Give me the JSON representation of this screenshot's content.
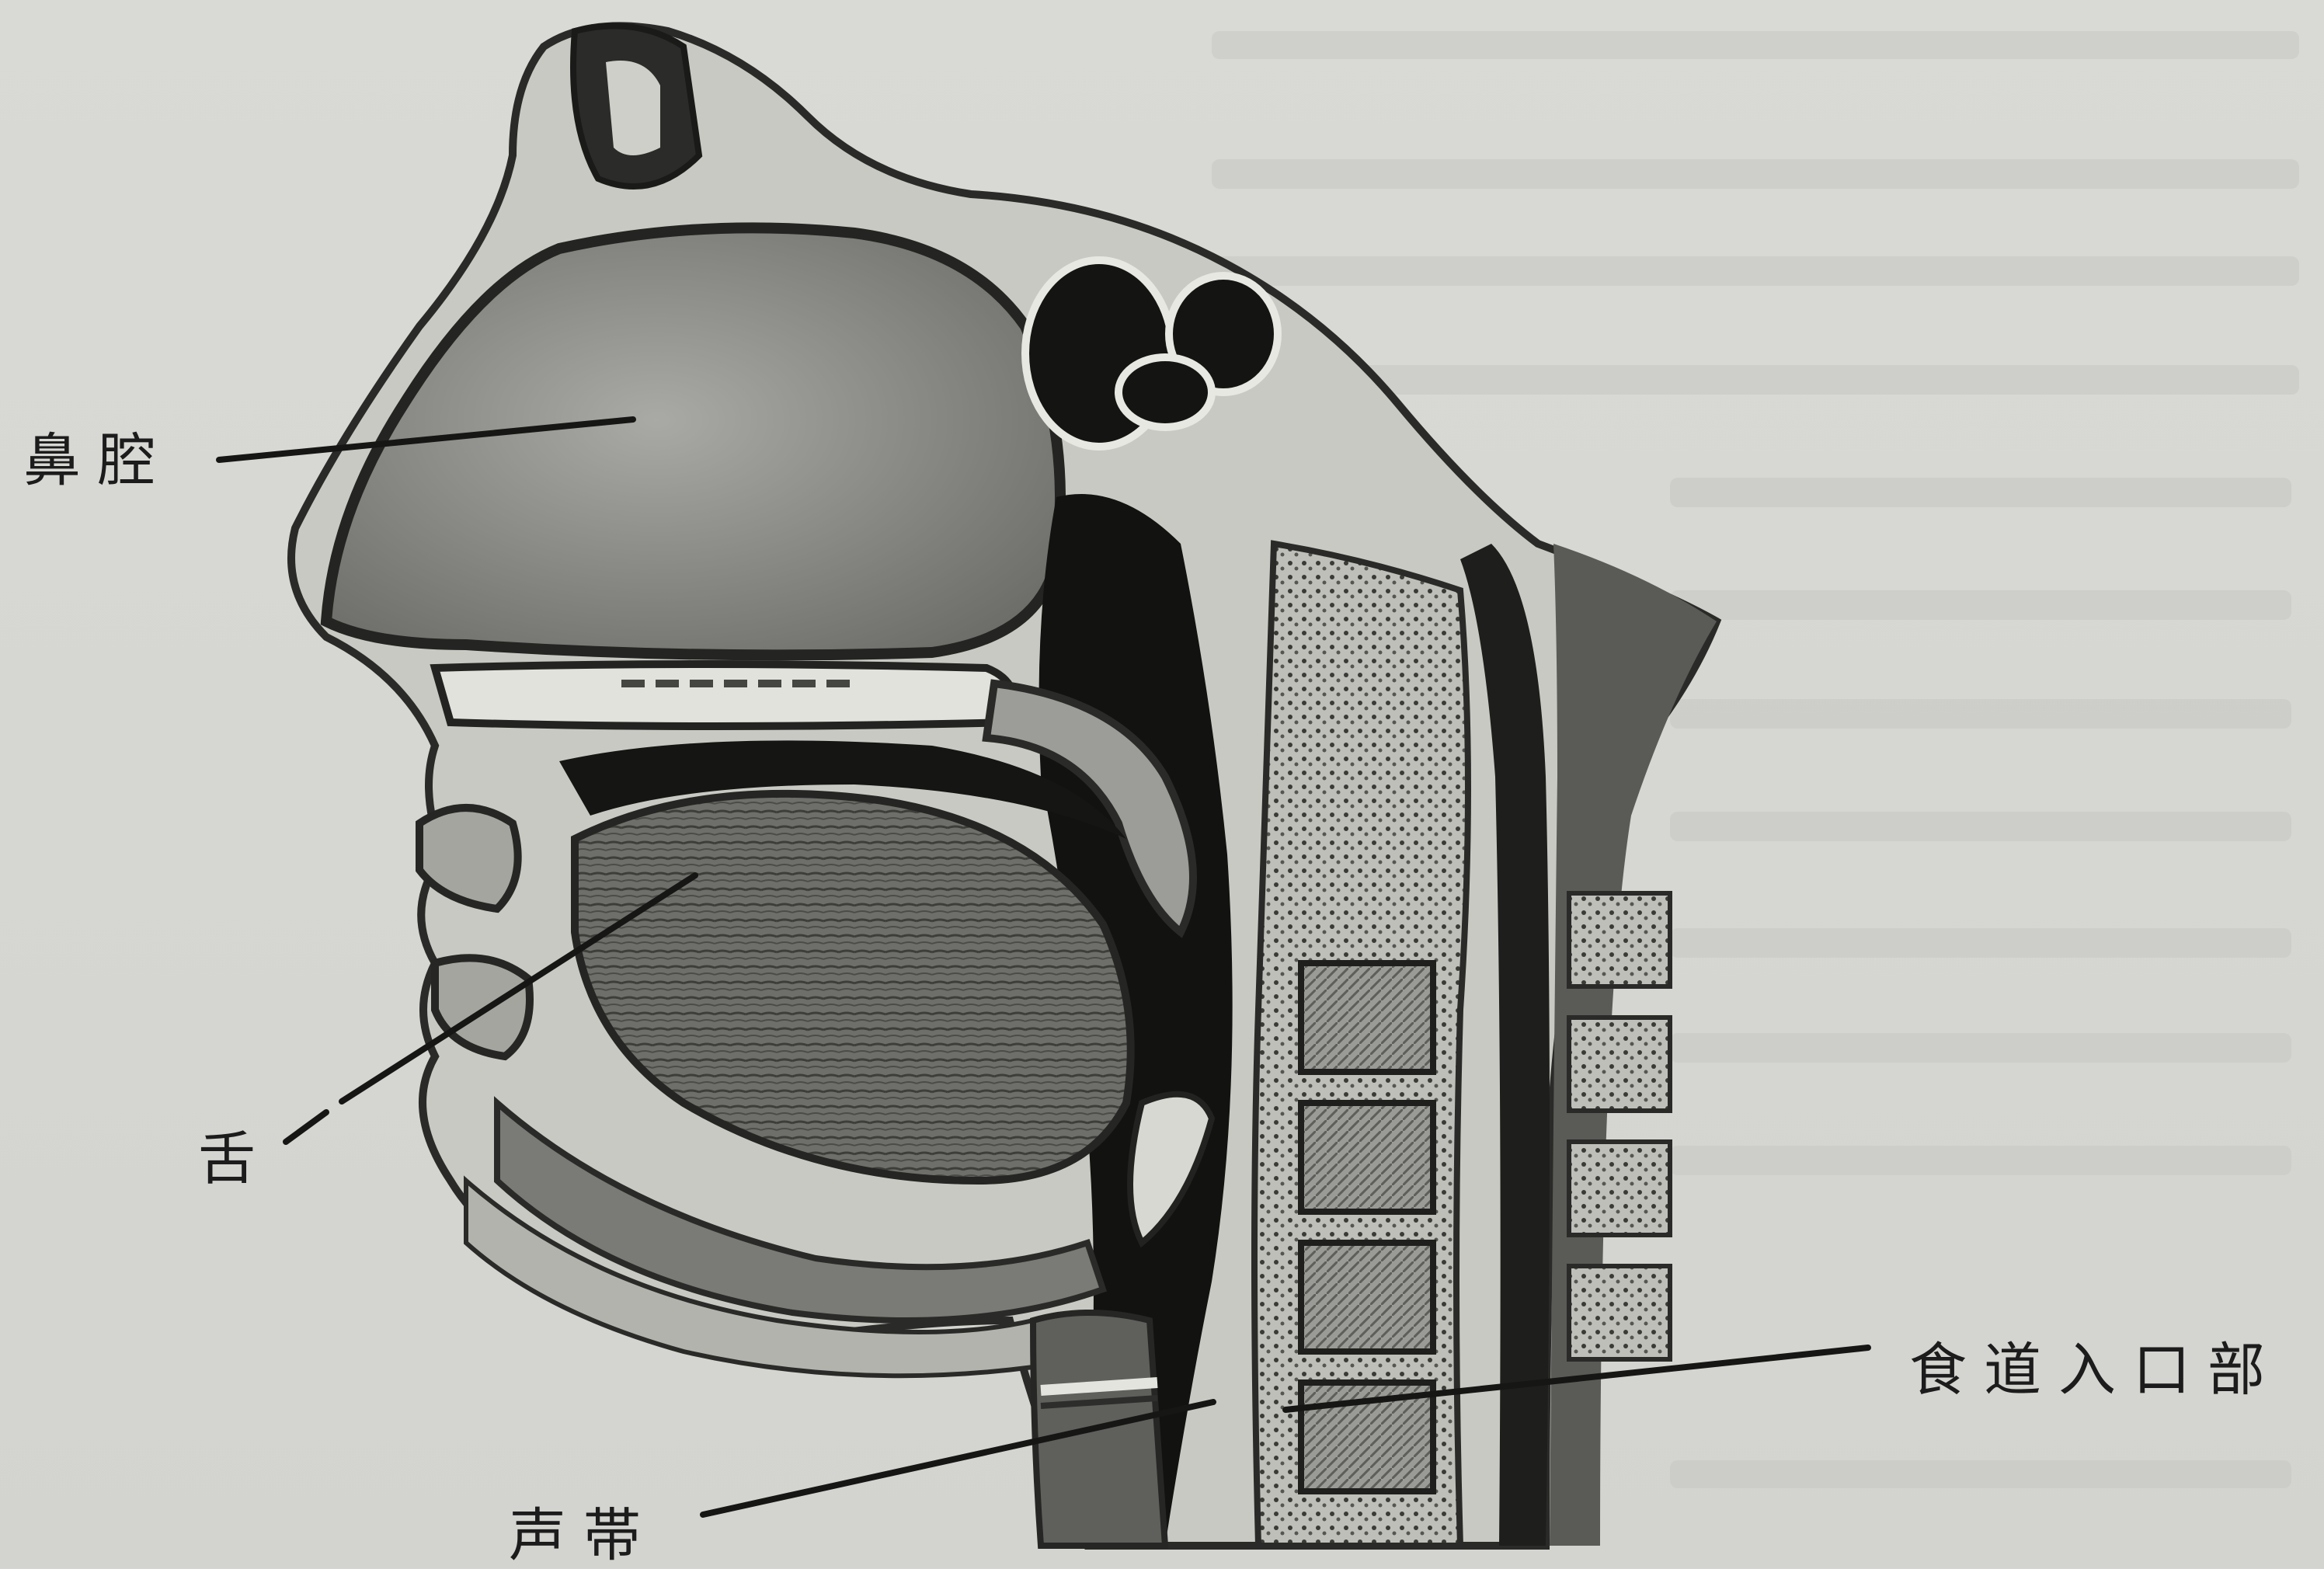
{
  "diagram": {
    "labels": {
      "nasal_cavity": "鼻腔",
      "tongue": "舌",
      "vocal_cords": "声帯",
      "esophageal_entrance": "食道入口部"
    },
    "colors": {
      "background": "#d6d6d2",
      "ink": "#1c1c1c",
      "tissue_light": "#b9b9b5",
      "tissue_mid": "#8a8a86",
      "tissue_dark": "#4a4a47",
      "cavity": "#111111"
    }
  }
}
